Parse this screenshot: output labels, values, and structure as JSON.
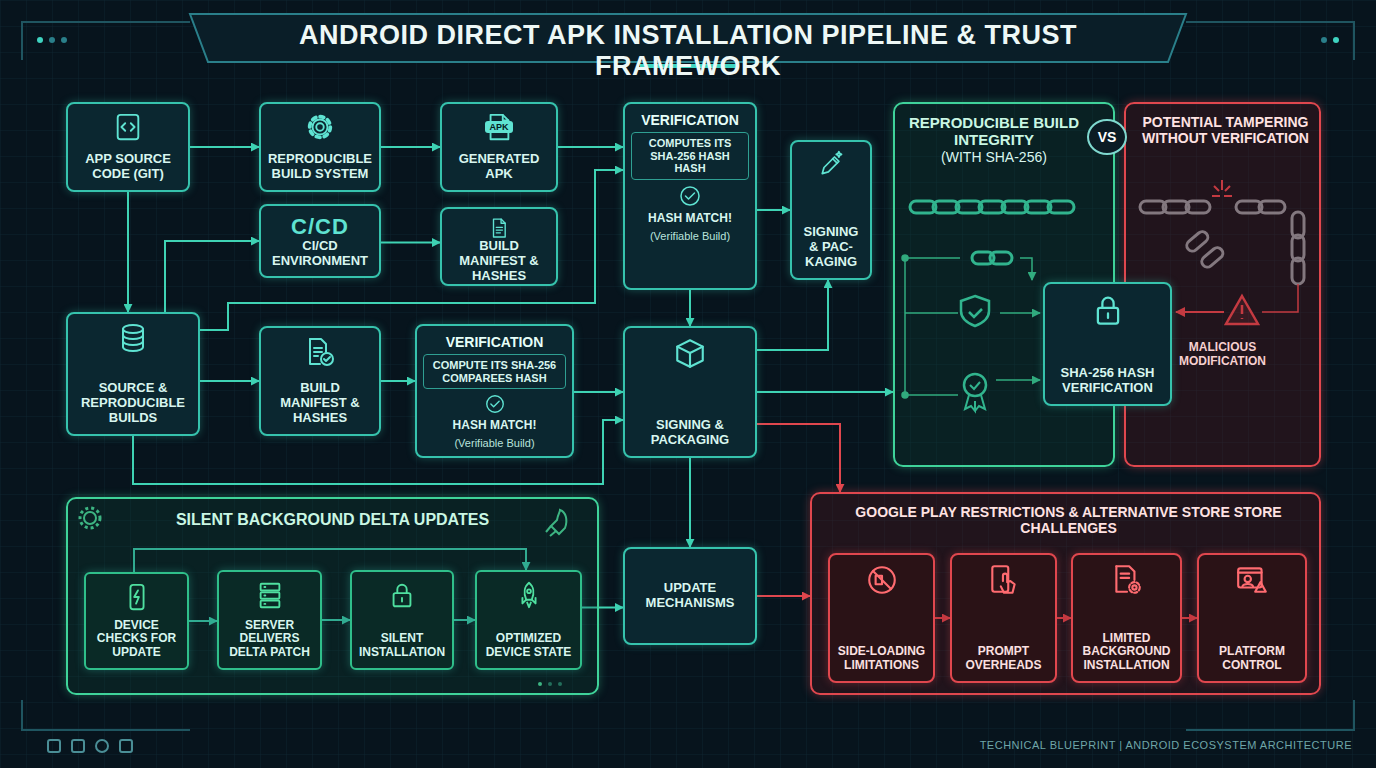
{
  "diagram": {
    "title": "ANDROID DIRECT APK INSTALLATION PIPELINE & TRUST FRAMEWORK",
    "nodes": [
      {
        "text": [
          "APP SOURCE CODE (GIT)"
        ]
      },
      {
        "text": [
          "REPRODUCIBLE BUILD SYSTEM"
        ]
      },
      {
        "text": [
          "GENERATED APK"
        ]
      },
      {
        "text": [
          "VERIFICATION",
          "COMPUTES ITS SHA-256 HASH HASH",
          "HASH MATCH!",
          "(Verifiable Build)"
        ]
      },
      {
        "text": [
          "SIGNING & PAC- KAGING"
        ]
      },
      {
        "text": [
          "C/CD",
          "CI/CD ENVIRONMENT"
        ]
      },
      {
        "text": [
          "BUILD MANIFEST & HASHES"
        ]
      },
      {
        "text": [
          "SOURCE & REPRODUCIBLE BUILDS"
        ]
      },
      {
        "text": [
          "BUILD MANIFEST & HASHES"
        ]
      },
      {
        "text": [
          "VERIFICATION",
          "COMPUTE ITS SHA-256 COMPAREES HASH",
          "HASH MATCH!",
          "(Verifiable Build)"
        ]
      },
      {
        "text": [
          "SIGNING & PACKAGING"
        ]
      },
      {
        "text": [
          "REPRODUCIBLE BUILD INTEGRITY",
          "(WITH SHA-256)"
        ]
      },
      {
        "text": [
          "SHA-256 HASH VERIFICATION"
        ]
      },
      {
        "text": [
          "POTENTIAL TAMPERING WITHOUT VERIFICATION"
        ]
      },
      {
        "text": [
          "SILENT BACKGROUND DELTA UPDATES"
        ]
      },
      {
        "text": [
          "DEVICE CHECKS FOR UPDATE"
        ],
        "in": 14
      },
      {
        "text": [
          "SERVER DELIVERS DELTA PATCH"
        ],
        "in": 14
      },
      {
        "text": [
          "SILENT INSTALLATION"
        ],
        "in": 14
      },
      {
        "text": [
          "OPTIMIZED DEVICE STATE"
        ],
        "in": 14
      },
      {
        "text": [
          "UPDATE MECHANISMS"
        ]
      },
      {
        "text": [
          "GOOGLE PLAY RESTRICTIONS & ALTERNATIVE STORE STORE CHALLENGES"
        ]
      },
      {
        "text": [
          "SIDE-LOADING LIMITATIONS"
        ],
        "in": 20
      },
      {
        "text": [
          "PROMPT OVERHEADS"
        ],
        "in": 20
      },
      {
        "text": [
          "LIMITED BACKGROUND INSTALLATION"
        ],
        "in": 20
      },
      {
        "text": [
          "PLATFORM CONTROL"
        ],
        "in": 20
      }
    ],
    "edges": [
      {
        "from": 0,
        "to": 1,
        "arrow": "to"
      },
      {
        "from": 1,
        "to": 2,
        "arrow": "to"
      },
      {
        "from": 2,
        "to": 3,
        "arrow": "to"
      },
      {
        "from": 0,
        "to": 7,
        "arrow": "to"
      },
      {
        "from": 7,
        "to": 5,
        "arrow": "to"
      },
      {
        "from": 5,
        "to": 6,
        "arrow": "to"
      },
      {
        "from": 7,
        "to": 3,
        "arrow": "to"
      },
      {
        "from": 3,
        "to": 4,
        "arrow": "to"
      },
      {
        "from": 3,
        "to": 10,
        "arrow": "to"
      },
      {
        "from": 7,
        "to": 8,
        "arrow": "to"
      },
      {
        "from": 8,
        "to": 9,
        "arrow": "to"
      },
      {
        "from": 9,
        "to": 10,
        "arrow": "to"
      },
      {
        "from": 7,
        "to": 10,
        "arrow": "to"
      },
      {
        "from": 10,
        "to": 4,
        "arrow": "to"
      },
      {
        "from": 10,
        "to": 11,
        "arrow": "to"
      },
      {
        "from": 10,
        "to": 19,
        "arrow": "to"
      },
      {
        "from": 10,
        "to": 20,
        "arrow": "to"
      },
      {
        "from": 19,
        "to": 20,
        "arrow": "to"
      },
      {
        "from": 18,
        "to": 19,
        "arrow": "to"
      },
      {
        "from": 15,
        "to": 16,
        "arrow": "to"
      },
      {
        "from": 16,
        "to": 17,
        "arrow": "to"
      },
      {
        "from": 17,
        "to": 18,
        "arrow": "to"
      },
      {
        "from": 15,
        "to": 18,
        "arrow": "to"
      },
      {
        "from": 21,
        "to": 22,
        "arrow": "to"
      },
      {
        "from": 22,
        "to": 23,
        "arrow": "to"
      },
      {
        "from": 23,
        "to": 24,
        "arrow": "to"
      }
    ],
    "labels": [
      "APK",
      "VS",
      "MALICIOUS MODIFICATION",
      "TECHNICAL BLUEPRINT | ANDROID ECOSYSTEM ARCHITECTURE"
    ]
  }
}
